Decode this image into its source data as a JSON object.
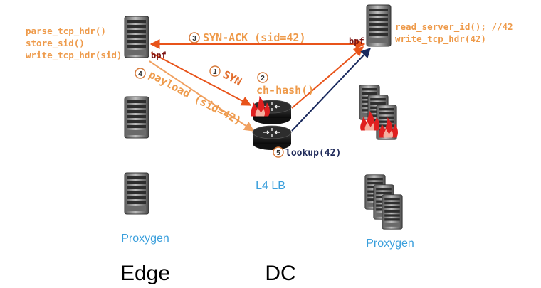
{
  "edge_server": {
    "code_lines": [
      "parse_tcp_hdr()",
      "store_sid()",
      "write_tcp_hdr(sid)"
    ],
    "bpf_label": "bpf"
  },
  "dc_server": {
    "code_lines": [
      "read_server_id(); //42",
      "write_tcp_hdr(42)"
    ],
    "bpf_label": "bpf"
  },
  "steps": [
    {
      "num": "1",
      "label": "SYN"
    },
    {
      "num": "2",
      "label": "ch-hash()"
    },
    {
      "num": "3",
      "label": "SYN-ACK (sid=42)"
    },
    {
      "num": "4",
      "label": "payload (sid=42)"
    },
    {
      "num": "5",
      "label": "lookup(42)"
    }
  ],
  "labels": {
    "l4lb": "L4 LB",
    "proxygen_left": "Proxygen",
    "proxygen_right": "Proxygen",
    "edge": "Edge",
    "dc": "DC"
  },
  "colors": {
    "syn_arrow": "#e8531a",
    "payload_arrow": "#f0a060",
    "return_arrow": "#1a2a5e",
    "fire": "#e02020"
  },
  "icons": [
    "server-icon",
    "router-icon",
    "fire-icon"
  ]
}
